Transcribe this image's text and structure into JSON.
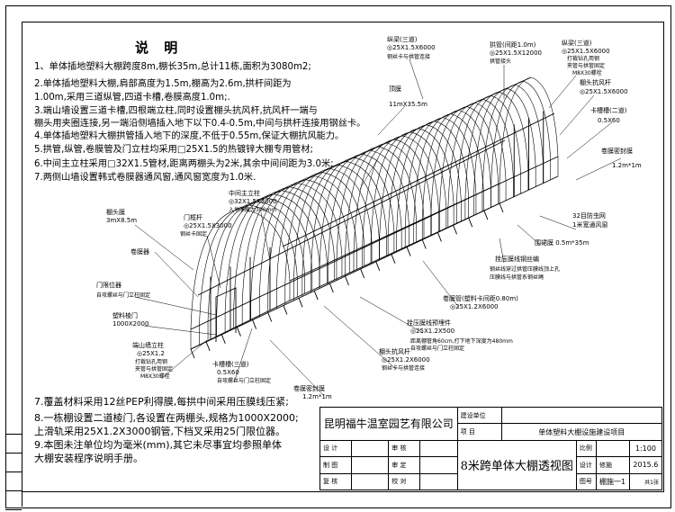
{
  "notes": {
    "title": "说 明",
    "items": [
      "1、单体插地塑料大棚跨度8m,棚长35m,总计11栋,面积为3080m2;",
      "2.单体插地塑料大棚,肩部高度为1.5m,棚高为2.6m,拱杆间距为",
      "1.00m,采用三道纵管,四道卡槽,卷膜高度1.0m;.",
      "3.端山墙设置三道卡槽,四根端立柱,同时设置棚头抗风杆,抗风杆一端与",
      "棚头用夹圈连接,另一端沿侧墙插入地下以下0.4-0.5m,中间与拱杆连接用钢丝卡。",
      "4.单体插地塑料大棚拱管插入地下的深度,不低于0.55m,保证大棚抗风能力。",
      "5.拱管,纵管,卷膜管及门立柱均采用□25X1.5的热镀锌大棚专用管材;",
      "6.中间主立柱采用□32X1.5管材,距离两棚头为2米,其余中间间距为3.0米;",
      "7.两侧山墙设置韩式卷膜器通风窗,通风窗宽度为1.0米."
    ],
    "items_bottom": [
      "7.覆盖材料采用12丝PEP利得膜,每拱中间采用压膜线压紧;",
      "8.一栋棚设置二道棱门,各设置在两棚头,规格为1000X2000;",
      "上滑轨采用25X1.2X3000钢管,下档叉采用25门限位器。",
      "9.本图未注单位均为毫米(mm),其它未尽事宜均参照单体",
      "大棚安装程序说明手册。"
    ]
  },
  "labels": {
    "zongliang_top": "纵梁(三道)",
    "zongliang_top_spec": "◎25X1.5X6000",
    "steel_clip_1": "钢丝卡与拱管连接",
    "arch_tube": "拱管(间距1.0m)",
    "arch_tube_spec": "◎25X1.5X12000",
    "arch_joint": "拱管接头",
    "zongliang_right": "纵梁(三道)",
    "zongliang_right_spec": "◎25X1.5X6000",
    "zongliang_right_n1": "打裁钻孔用钢",
    "zongliang_right_n2": "夹管与拱管固定",
    "zongliang_right_n3": "M8X30螺栓",
    "top_film": "顶膜",
    "top_film_spec": "11mX35.5m",
    "wind_bar_right": "棚头抗风杆",
    "wind_bar_right_spec": "◎25X1.5X6000",
    "clip_groove_right": "卡槽槽(二道)",
    "clip_groove_right_spec": "0.5X60",
    "roll_seal_right": "卷膜密封膜",
    "roll_seal_right_spec": "1.2m*1m",
    "mid_post": "中间主立柱",
    "mid_post_spec": "◎32X1.5X3000",
    "mid_post_note": "入地深度为300mm",
    "door_frame": "门框杆",
    "door_frame_spec": "◎25X1.5X3000",
    "door_frame_note": "钢丝卡固定",
    "end_film": "棚头膜",
    "end_film_spec": "3mX8.5m",
    "roller": "卷膜器",
    "insect_net": "32目防虫网",
    "insect_net_note": "1米宽通风窗",
    "skirt_film": "围裙膜 0.5m*35m",
    "press_clip": "拴压膜线钢丝编",
    "press_clip_n1": "钢丝线穿过拱管压膜线顶上孔",
    "press_clip_n2": "压膜线与拱管系钢丝绳",
    "roll_tube": "卷膜管(塑料卡间距0.80m)",
    "roll_tube_spec": "◎25X1.2X6000",
    "door_stopper": "门限位器",
    "door_stopper_note": "自攻螺丝与门立柱固定",
    "plastic_door": "塑料棱门",
    "plastic_door_spec": "1000X2000",
    "end_post": "端山墙立柱",
    "end_post_spec": "◎25X1.2",
    "end_post_n1": "打裁钻孔用钢",
    "end_post_n2": "夹管与拱管固定",
    "end_post_n3": "M8X30螺栓",
    "press_line_pre": "拴压膜线预埋件",
    "press_line_pre_spec": "◎25X1.2X500",
    "press_line_pre_note": "距离棚管角60cm,打下地下深度为480mm",
    "press_line_pre_note2": "自攻螺丝与门立柱固定",
    "wind_bar_left": "棚头抗风杆",
    "wind_bar_left_spec": "◎25X1.2X6000",
    "steel_clip_2": "钢丝卡与拱管连接",
    "clip_groove_left": "卡槽槽(三道)",
    "clip_groove_left_spec": "0.5X60",
    "clip_groove_left_note": "自攻螺丝与门立柱固定",
    "roll_seal_left": "卷膜密封膜",
    "roll_seal_left_spec": "1.2m*1m"
  },
  "title_block": {
    "company": "昆明福牛温室园艺有限公司",
    "unit_label": "建设单位",
    "project_label": "项    目",
    "project_name": "单体塑料大棚设施建设项目",
    "design": "设 计",
    "check1": "审 核",
    "draw": "制 图",
    "approve": "审 定",
    "review": "复 核",
    "proof": "校 对",
    "drawing_title": "8米跨单体大棚透视图",
    "scale_label": "比例",
    "scale": "1:100",
    "design_label": "设计",
    "stage": "修施",
    "date_label": "日期",
    "date": "2015.6",
    "drawing_no_label": "图号",
    "drawing_no": "棚施一1",
    "sheet": "共1张"
  }
}
